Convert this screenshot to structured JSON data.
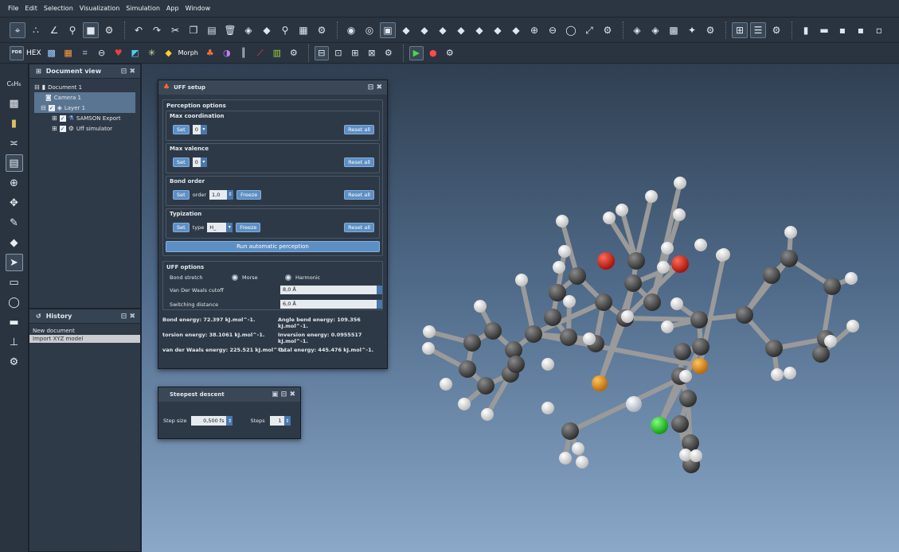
{
  "menu": [
    "File",
    "Edit",
    "Selection",
    "Visualization",
    "Simulation",
    "App",
    "Window"
  ],
  "toolbar2": {
    "pdb_label": "PDB",
    "hex_label": "HEX",
    "morph_label": "Morph"
  },
  "doc_view": {
    "title": "Document view",
    "tree": [
      "Document 1",
      "Camera 1",
      "Layer 1",
      "SAMSON Export",
      "Uff simulator"
    ]
  },
  "history": {
    "title": "History",
    "items": [
      "New document",
      "Import XYZ model"
    ]
  },
  "uff_setup": {
    "title": "UFF setup",
    "perception_title": "Perception options",
    "max_coord": {
      "title": "Max coordination",
      "set": "Set",
      "value": "0",
      "reset": "Reset all"
    },
    "max_valence": {
      "title": "Max valence",
      "set": "Set",
      "value": "0",
      "reset": "Reset all"
    },
    "bond_order": {
      "title": "Bond order",
      "set": "Set",
      "order_label": "order",
      "value": "1,0",
      "freeze": "Freeze",
      "reset": "Reset all"
    },
    "typization": {
      "title": "Typization",
      "set": "Set",
      "type_label": "type",
      "value": "H_",
      "freeze": "Freeze",
      "reset": "Reset all"
    },
    "run_button": "Run automatic perception",
    "uff_title": "UFF options",
    "bond_stretch_label": "Bond stretch",
    "morse_label": "Morse",
    "harmonic_label": "Harmonic",
    "vdw_cutoff_label": "Van Der Waals cutoff",
    "vdw_cutoff_value": "8,0 Å",
    "switching_label": "Switching distance",
    "switching_value": "6,0 Å",
    "energies": {
      "bond": "Bond energy: 72.397 kJ.mol^-1.",
      "angle": "Angle bend energy: 109.356 kJ.mol^-1.",
      "torsion": "torsion energy: 38.1061 kJ.mol^-1.",
      "inversion": "Inversion energy: 0.0955517 kJ.mol^-1.",
      "vdw": "van der Waals energy: 225.521 kJ.mol^-1.",
      "total": "Total energy: 445.476 kJ.mol^-1."
    }
  },
  "steepest": {
    "title": "Steepest descent",
    "step_size_label": "Step size",
    "step_size_value": "0,500 fs",
    "steps_label": "Steps",
    "steps_value": "1"
  },
  "colors": {
    "carbon": "#4a4a4a",
    "hydrogen": "#f2f2f2",
    "oxygen": "#d42a1c",
    "phosphorus": "#e8931a",
    "chlorine": "#2ec42e",
    "metal": "#dfe3ea",
    "accent": "#5d8fc4"
  }
}
